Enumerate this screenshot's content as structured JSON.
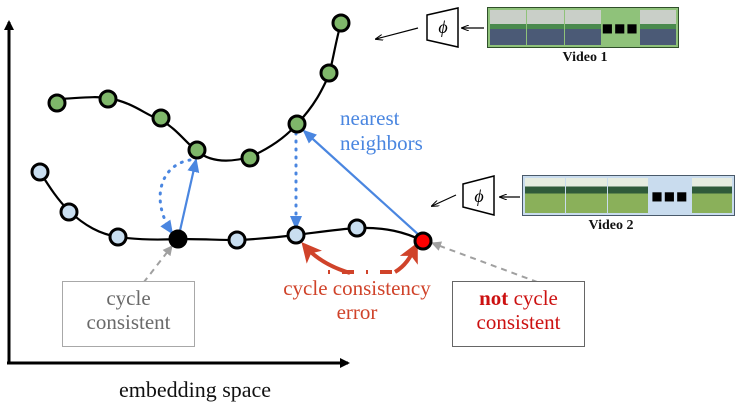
{
  "axis": {
    "x_label": "embedding space"
  },
  "labels": {
    "nearest_neighbors_line1": "nearest",
    "nearest_neighbors_line2": "neighbors",
    "error_line1": "cycle consistency",
    "error_line2": "error",
    "consistent_box_line1": "cycle",
    "consistent_box_line2": "consistent",
    "not_consistent_bold": "not",
    "not_consistent_rest": " cycle",
    "not_consistent_line2": "consistent"
  },
  "encoder_symbol": "ϕ",
  "videos": [
    {
      "caption": "Video 1",
      "frame_bg": "#8fc27a",
      "ellipsis": "■■■",
      "frames": 4
    },
    {
      "caption": "Video 2",
      "frame_bg": "#c9dcee",
      "ellipsis": "■■■",
      "frames": 4
    }
  ],
  "colors": {
    "video1_node": "#7fb76a",
    "video2_node": "#c9def0",
    "anchor_consistent": "#000000",
    "anchor_inconsistent": "#ff0000",
    "nn_arrow": "#4a86e0",
    "error_arrow": "#d0432a",
    "pointer_gray": "#a0a0a0",
    "not_red": "#cc1111",
    "consistent_text_gray": "#6a6a6a"
  }
}
